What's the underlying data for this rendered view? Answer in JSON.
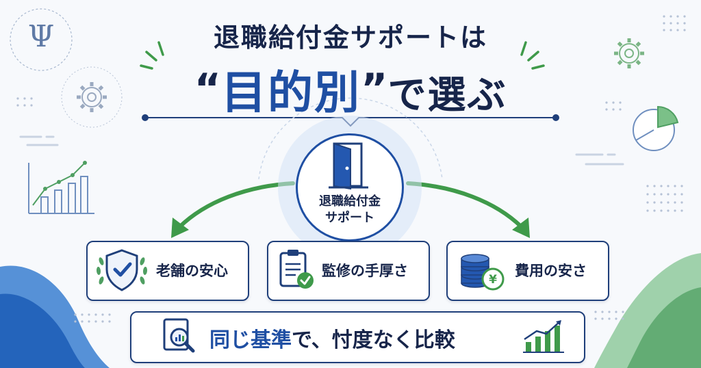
{
  "title": {
    "line1": "退職給付金サポートは",
    "open_quote": "“",
    "emphasis": "目的別",
    "close_quote": "”",
    "rest": "で選ぶ"
  },
  "center": {
    "line1": "退職給付金",
    "line2": "サポート"
  },
  "features": [
    {
      "label": "老舗の安心",
      "icon": "shield-check-icon"
    },
    {
      "label": "監修の手厚さ",
      "icon": "clipboard-check-icon"
    },
    {
      "label": "費用の安さ",
      "icon": "yen-coins-icon"
    }
  ],
  "bottom": {
    "highlight": "同じ基準",
    "rest": "で、忖度なく比較"
  },
  "decor": {
    "psi_glyph": "Ψ"
  },
  "colors": {
    "navy": "#17254a",
    "blue": "#1f4fa3",
    "green": "#3f9a4a",
    "light_blue": "#d6e4f6"
  }
}
